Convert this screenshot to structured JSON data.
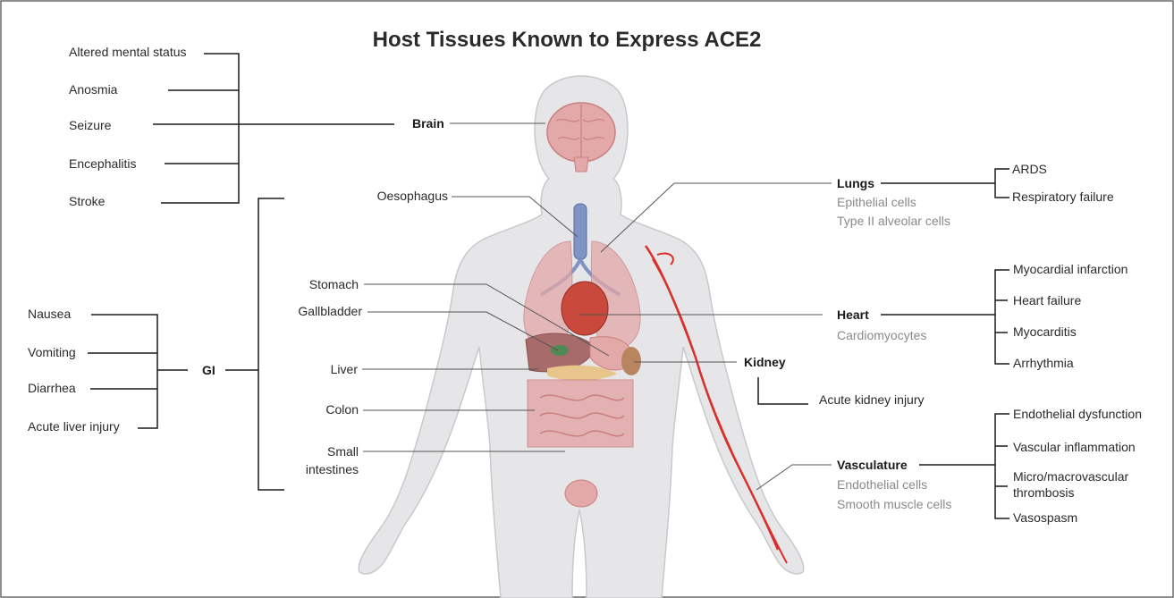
{
  "title": "Host Tissues Known to Express ACE2",
  "brain": {
    "label": "Brain",
    "symptoms": [
      "Altered mental status",
      "Anosmia",
      "Seizure",
      "Encephalitis",
      "Stroke"
    ]
  },
  "gi": {
    "label": "GI",
    "symptoms": [
      "Nausea",
      "Vomiting",
      "Diarrhea",
      "Acute liver injury"
    ],
    "organs": [
      "Oesophagus",
      "Stomach",
      "Gallbladder",
      "Liver",
      "Colon",
      "Small",
      "intestines"
    ]
  },
  "lungs": {
    "label": "Lungs",
    "cells": [
      "Epithelial cells",
      "Type II alveolar cells"
    ],
    "symptoms": [
      "ARDS",
      "Respiratory failure"
    ]
  },
  "heart": {
    "label": "Heart",
    "cells": [
      "Cardiomyocytes"
    ],
    "symptoms": [
      "Myocardial infarction",
      "Heart failure",
      "Myocarditis",
      "Arrhythmia"
    ]
  },
  "kidney": {
    "label": "Kidney",
    "symptoms": [
      "Acute kidney injury"
    ]
  },
  "vasculature": {
    "label": "Vasculature",
    "cells": [
      "Endothelial cells",
      "Smooth muscle cells"
    ],
    "symptoms": [
      "Endothelial dysfunction",
      "Vascular inflammation",
      "Micro/macrovascular",
      "thrombosis",
      "Vasospasm"
    ]
  },
  "colors": {
    "body": "#e6e6e8",
    "body_outline": "#c9c9cc",
    "organ": "#e3a8a8",
    "organ_dark": "#c97f7f",
    "vessel": "#d9302a",
    "trachea": "#7f93c4",
    "heart": "#c94a3c",
    "liver": "#a86b6b",
    "gallbladder": "#4f8a55",
    "pancreas": "#e8c58a",
    "kidney": "#b88560",
    "border": "#6a6a6a"
  }
}
